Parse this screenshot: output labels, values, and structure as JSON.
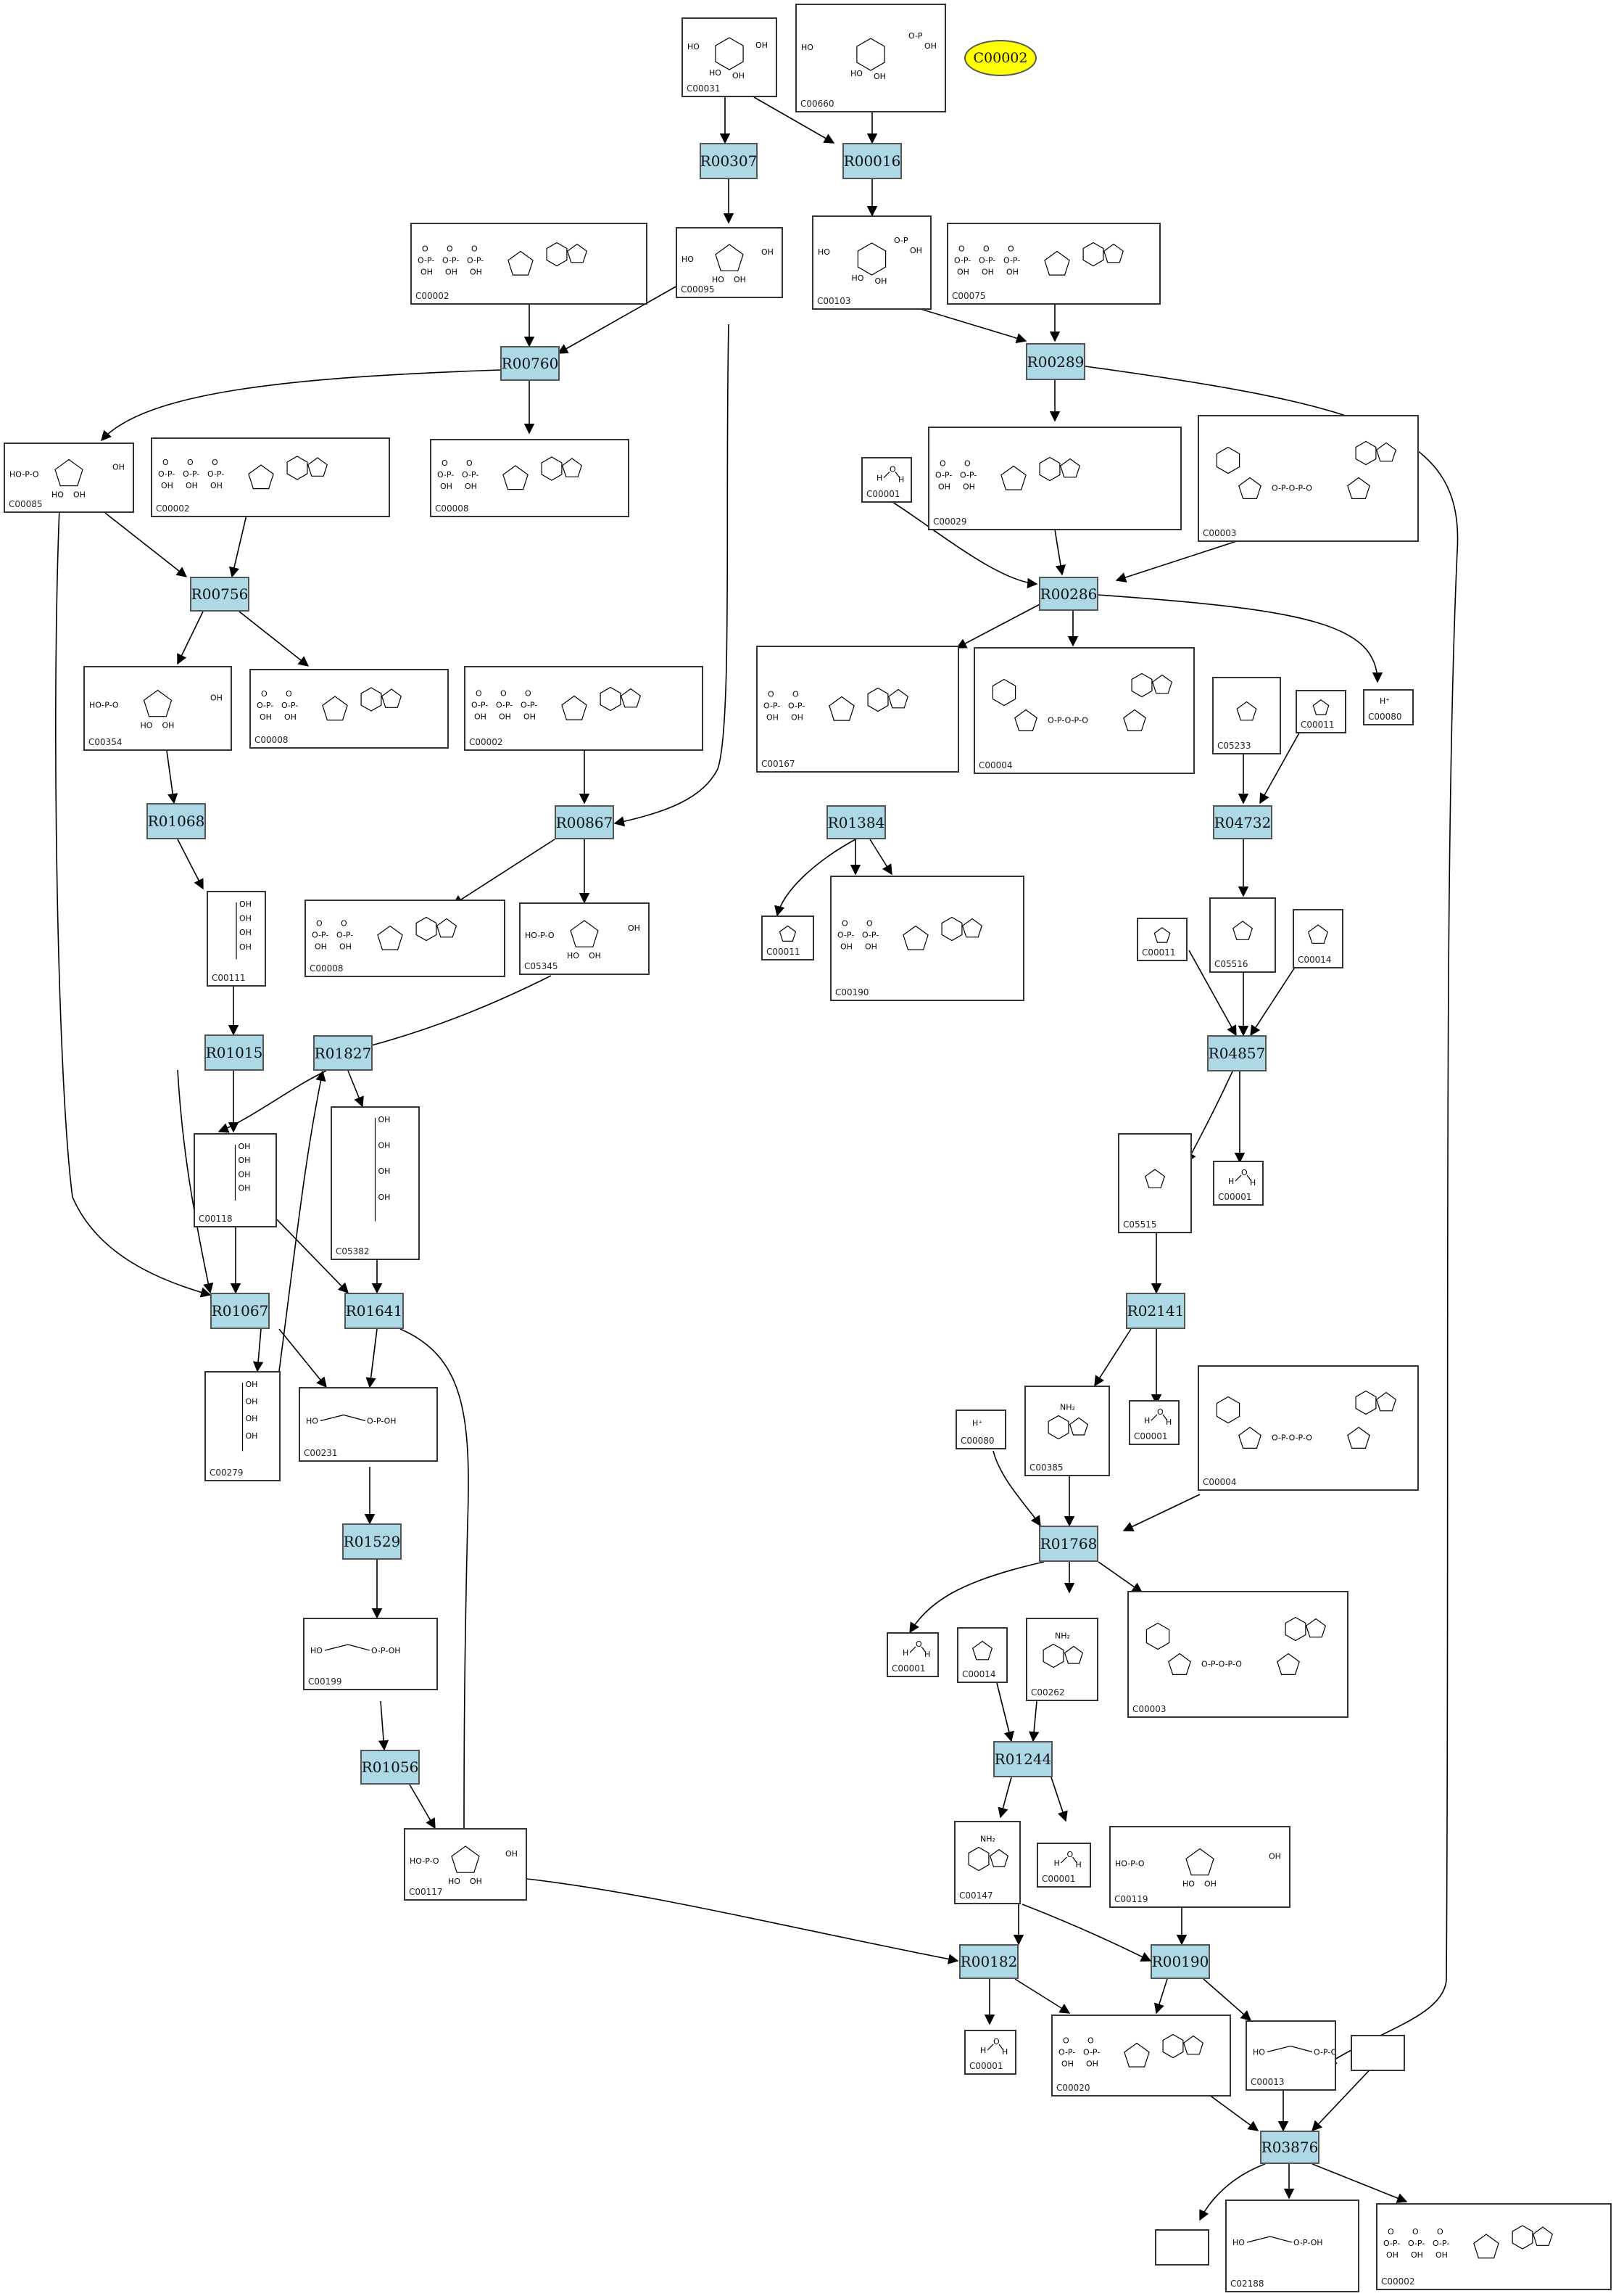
{
  "highlight": {
    "label": "C00002",
    "color": "#ffff00"
  },
  "colors": {
    "reaction_fill": "#add8e6",
    "edge": "#000000"
  },
  "reactions": [
    {
      "id": "R00307"
    },
    {
      "id": "R00016"
    },
    {
      "id": "R00760"
    },
    {
      "id": "R00289"
    },
    {
      "id": "R00756"
    },
    {
      "id": "R00286"
    },
    {
      "id": "R01068"
    },
    {
      "id": "R00867"
    },
    {
      "id": "R01384"
    },
    {
      "id": "R04732"
    },
    {
      "id": "R01015"
    },
    {
      "id": "R01827"
    },
    {
      "id": "R04857"
    },
    {
      "id": "R01067"
    },
    {
      "id": "R01641"
    },
    {
      "id": "R02141"
    },
    {
      "id": "R01529"
    },
    {
      "id": "R01768"
    },
    {
      "id": "R01056"
    },
    {
      "id": "R01244"
    },
    {
      "id": "R00182"
    },
    {
      "id": "R00190"
    },
    {
      "id": "R03876"
    }
  ],
  "compounds": [
    {
      "code": "C00031",
      "kind": "sugar"
    },
    {
      "code": "C00660",
      "kind": "sugarbisp"
    },
    {
      "code": "C00002",
      "kind": "ntp"
    },
    {
      "code": "C00095",
      "kind": "fura"
    },
    {
      "code": "C00103",
      "kind": "sugarp"
    },
    {
      "code": "C00075",
      "kind": "ntp"
    },
    {
      "code": "C00085",
      "kind": "furap"
    },
    {
      "code": "C00002",
      "kind": "ntp"
    },
    {
      "code": "C00008",
      "kind": "ndp"
    },
    {
      "code": "C00001",
      "kind": "water"
    },
    {
      "code": "C00029",
      "kind": "ndpsugar"
    },
    {
      "code": "C00003",
      "kind": "nad"
    },
    {
      "code": "C00354",
      "kind": "furap"
    },
    {
      "code": "C00008",
      "kind": "ndp"
    },
    {
      "code": "C00002",
      "kind": "ntp"
    },
    {
      "code": "C00167",
      "kind": "ndpsugar"
    },
    {
      "code": "C00004",
      "kind": "nad"
    },
    {
      "code": "C05233",
      "kind": "small"
    },
    {
      "code": "C00011",
      "kind": "small"
    },
    {
      "code": "C00080",
      "kind": "hplus"
    },
    {
      "code": "C00111",
      "kind": "chain"
    },
    {
      "code": "C00008",
      "kind": "ndp"
    },
    {
      "code": "C05345",
      "kind": "furap"
    },
    {
      "code": "C00011",
      "kind": "small"
    },
    {
      "code": "C00190",
      "kind": "ndpsugar"
    },
    {
      "code": "C00011",
      "kind": "small"
    },
    {
      "code": "C05516",
      "kind": "small"
    },
    {
      "code": "C00014",
      "kind": "small"
    },
    {
      "code": "C00118",
      "kind": "chain"
    },
    {
      "code": "C05382",
      "kind": "chain"
    },
    {
      "code": "C05515",
      "kind": "small"
    },
    {
      "code": "C00001",
      "kind": "water"
    },
    {
      "code": "C00279",
      "kind": "chain"
    },
    {
      "code": "C00231",
      "kind": "chainh"
    },
    {
      "code": "C00080",
      "kind": "hplus"
    },
    {
      "code": "C00385",
      "kind": "base"
    },
    {
      "code": "C00001",
      "kind": "water"
    },
    {
      "code": "C00004",
      "kind": "nad"
    },
    {
      "code": "C00199",
      "kind": "chainh"
    },
    {
      "code": "C00001",
      "kind": "water"
    },
    {
      "code": "C00014",
      "kind": "small"
    },
    {
      "code": "C00262",
      "kind": "base"
    },
    {
      "code": "C00003",
      "kind": "nad"
    },
    {
      "code": "C00117",
      "kind": "furap"
    },
    {
      "code": "C00147",
      "kind": "base"
    },
    {
      "code": "C00001",
      "kind": "water"
    },
    {
      "code": "C00119",
      "kind": "furap"
    },
    {
      "code": "C00001",
      "kind": "water"
    },
    {
      "code": "C00020",
      "kind": "ndp"
    },
    {
      "code": "C00013",
      "kind": "chain"
    },
    {
      "code": "",
      "kind": "empty"
    },
    {
      "code": "",
      "kind": "empty"
    },
    {
      "code": "C02188",
      "kind": "chain"
    },
    {
      "code": "C00002",
      "kind": "ntp"
    }
  ]
}
